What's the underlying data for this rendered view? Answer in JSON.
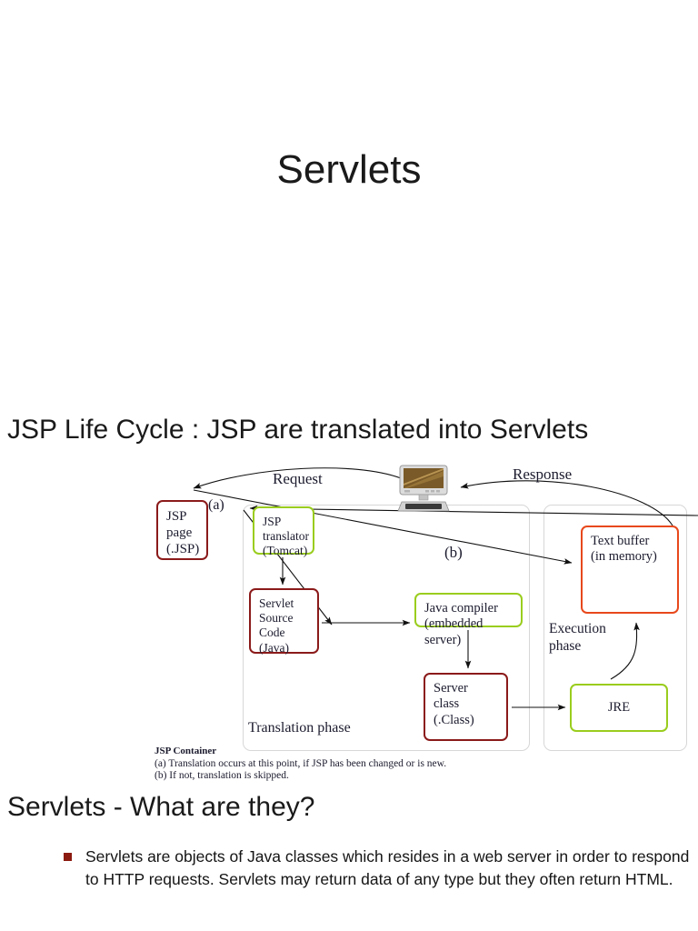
{
  "slide": {
    "title": "Servlets",
    "sections": [
      {
        "heading": "JSP Life Cycle : JSP are translated into Servlets"
      },
      {
        "heading": "Servlets - What are they?"
      }
    ],
    "bullet": {
      "text": "Servlets are objects of Java classes which resides in a web server in order to respond to HTTP requests. Servlets may return data of any type but they often return HTML.",
      "marker_color": "#8B1A10"
    }
  },
  "diagram": {
    "title": "JSP Life Cycle",
    "panels": {
      "translation": {
        "label": "Translation phase"
      },
      "execution": {
        "label": "Execution phase"
      }
    },
    "boxes": {
      "jsp_page": {
        "text": "JSP page (.JSP)",
        "lines": [
          "JSP",
          "page",
          "(.JSP)"
        ],
        "color": "#8B1A1A"
      },
      "jsp_translator": {
        "text": "JSP translator (Tomcat)",
        "lines": [
          "JSP",
          "translator",
          "(Tomcat)"
        ],
        "color": "#9ACD1E"
      },
      "servlet_source": {
        "text": "Servlet Source Code (Java)",
        "lines": [
          "Servlet",
          "Source",
          "Code (Java)"
        ],
        "color": "#8B1A1A"
      },
      "java_compiler": {
        "text": "Java compiler (embedded server)",
        "lines": [
          "Java compiler",
          "(embedded server)"
        ],
        "color": "#9ACD1E"
      },
      "server_class": {
        "text": "Server class (.Class)",
        "lines": [
          "Server",
          "class",
          "(.Class)"
        ],
        "color": "#8B1A1A"
      },
      "text_buffer": {
        "text": "Text buffer (in memory)",
        "lines": [
          "Text buffer",
          "(in memory)"
        ],
        "color": "#E8481C"
      },
      "jre": {
        "text": "JRE",
        "lines": [
          "JRE"
        ],
        "color": "#9ACD1E"
      }
    },
    "flow_labels": {
      "request": "Request",
      "response": "Response",
      "marker_a": "(a)",
      "marker_b": "(b)"
    },
    "icons": {
      "client": "desktop-computer-icon"
    },
    "footnotes": [
      "JSP Container",
      "(a) Translation occurs at this point, if JSP has been changed or is new.",
      "(b) If not, translation is skipped."
    ]
  }
}
